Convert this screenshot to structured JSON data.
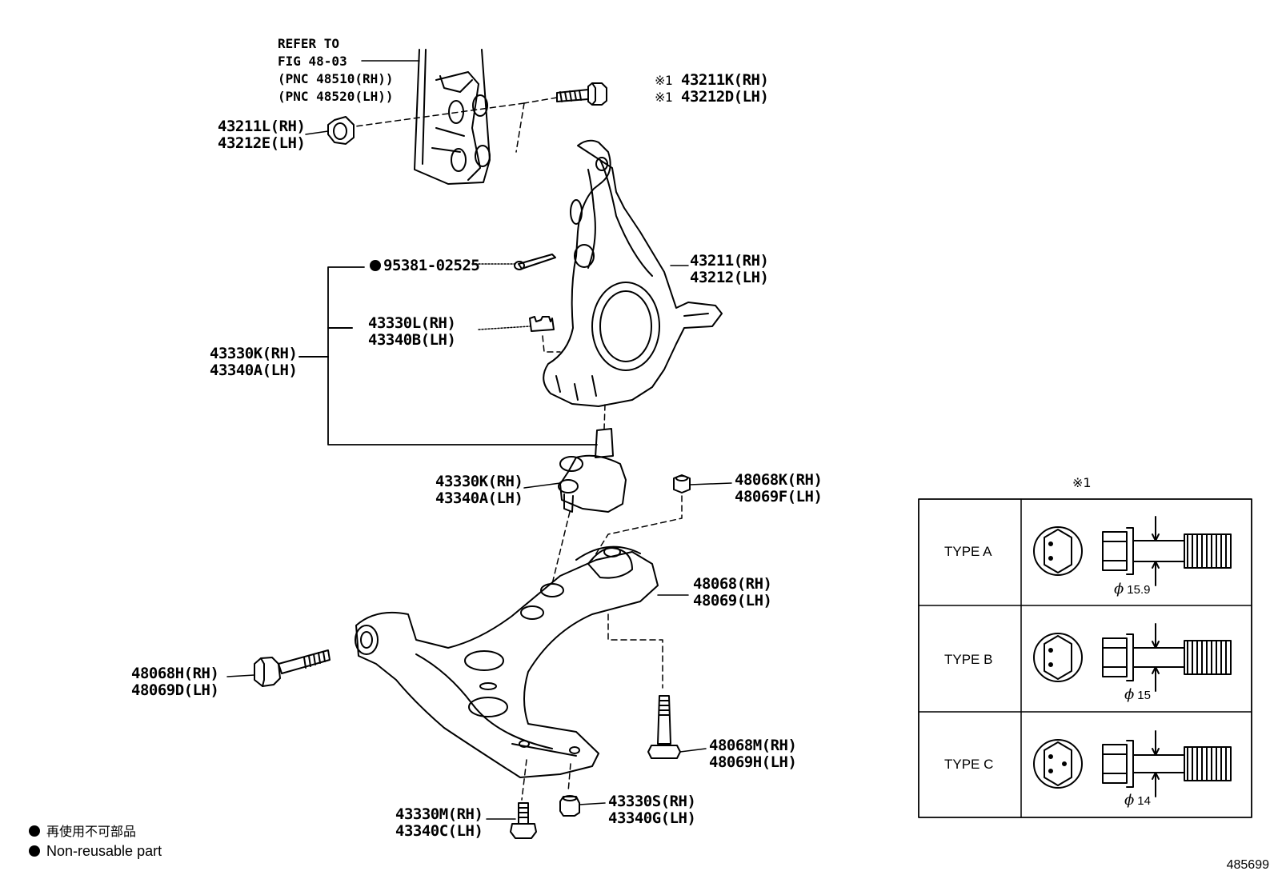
{
  "refer": {
    "line1": "REFER TO",
    "line2": "FIG 48-03",
    "line3": "(PNC 48510(RH))",
    "line4": "(PNC 48520(LH))"
  },
  "parts": {
    "p43211K": {
      "mark": "※1",
      "rh": "43211K(RH)",
      "lh_mark": "※1",
      "lh": "43212D(LH)"
    },
    "p43211L": {
      "rh": "43211L(RH)",
      "lh": "43212E(LH)"
    },
    "p95381": {
      "code": "95381-02525"
    },
    "p43211": {
      "rh": "43211(RH)",
      "lh": "43212(LH)"
    },
    "p43330L": {
      "rh": "43330L(RH)",
      "lh": "43340B(LH)"
    },
    "p43330K_main": {
      "rh": "43330K(RH)",
      "lh": "43340A(LH)"
    },
    "p43330K_ball": {
      "rh": "43330K(RH)",
      "lh": "43340A(LH)"
    },
    "p48068K": {
      "rh": "48068K(RH)",
      "lh": "48069F(LH)"
    },
    "p48068": {
      "rh": "48068(RH)",
      "lh": "48069(LH)"
    },
    "p48068H": {
      "rh": "48068H(RH)",
      "lh": "48069D(LH)"
    },
    "p48068M": {
      "rh": "48068M(RH)",
      "lh": "48069H(LH)"
    },
    "p43330M": {
      "rh": "43330M(RH)",
      "lh": "43340C(LH)"
    },
    "p43330S": {
      "rh": "43330S(RH)",
      "lh": "43340G(LH)"
    }
  },
  "legend": {
    "jp": "再使用不可部品",
    "en": "Non-reusable part"
  },
  "type_table": {
    "mark": "※1",
    "rows": [
      {
        "label": "TYPE A",
        "diameter": "15.9"
      },
      {
        "label": "TYPE B",
        "diameter": "15"
      },
      {
        "label": "TYPE C",
        "diameter": "14"
      }
    ],
    "phi": "ϕ"
  },
  "doc_number": "485699"
}
